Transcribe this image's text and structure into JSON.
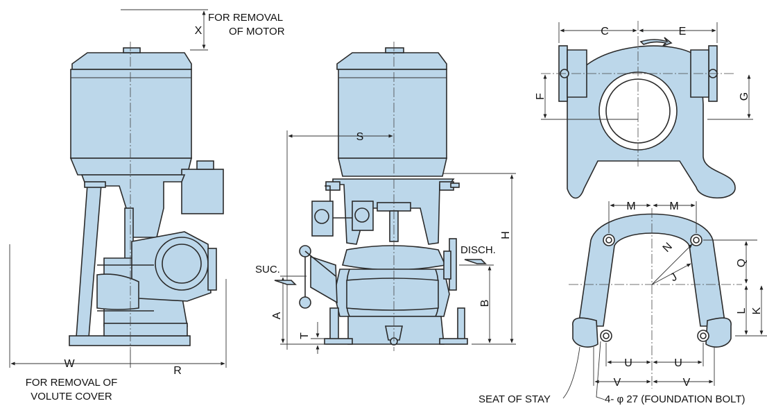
{
  "colors": {
    "body_fill": "#bcd7ea",
    "label_box": "#dbe9f4",
    "outline": "#2a2a2a"
  },
  "annotations": {
    "removal_motor_1": "FOR REMOVAL",
    "removal_motor_2": "OF MOTOR",
    "removal_volute_1": "FOR REMOVAL OF",
    "removal_volute_2": "VOLUTE COVER",
    "suction": "SUC.",
    "discharge": "DISCH.",
    "seat_of_stay": "SEAT OF STAY",
    "foundation_bolt": "4- φ 27 (FOUNDATION BOLT)"
  },
  "dims": {
    "X": "X",
    "W": "W",
    "R": "R",
    "S": "S",
    "H": "H",
    "A": "A",
    "B": "B",
    "T": "T",
    "C": "C",
    "E": "E",
    "F": "F",
    "G": "G",
    "M1": "M",
    "M2": "M",
    "N": "N",
    "J": "J",
    "Q": "Q",
    "L": "L",
    "K": "K",
    "U1": "U",
    "U2": "U",
    "V1": "V",
    "V2": "V"
  }
}
